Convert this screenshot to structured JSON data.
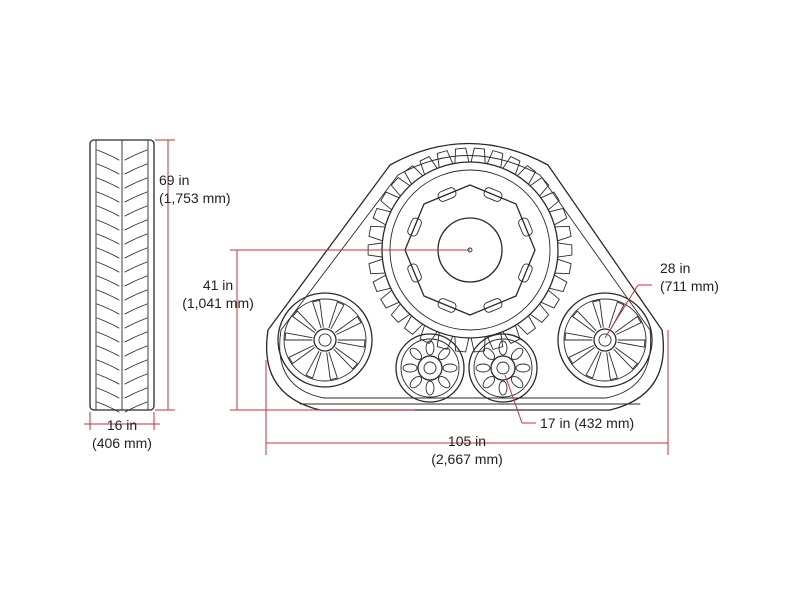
{
  "colors": {
    "dimension": "#c8303a",
    "outline": "#2a2a2a",
    "text": "#222222",
    "background": "#ffffff"
  },
  "dimensions": {
    "track_height": {
      "line1": "69 in",
      "line2": "(1,753 mm)"
    },
    "track_width": {
      "line1": "16 in",
      "line2": "(406 mm)"
    },
    "axle_height": {
      "line1": "41 in",
      "line2": "(1,041 mm)"
    },
    "idler_wheel": {
      "line1": "28 in",
      "line2": "(711 mm)"
    },
    "bogie_wheel": {
      "line1": "17 in (432 mm)"
    },
    "track_length": {
      "line1": "105 in",
      "line2": "(2,667 mm)"
    }
  }
}
